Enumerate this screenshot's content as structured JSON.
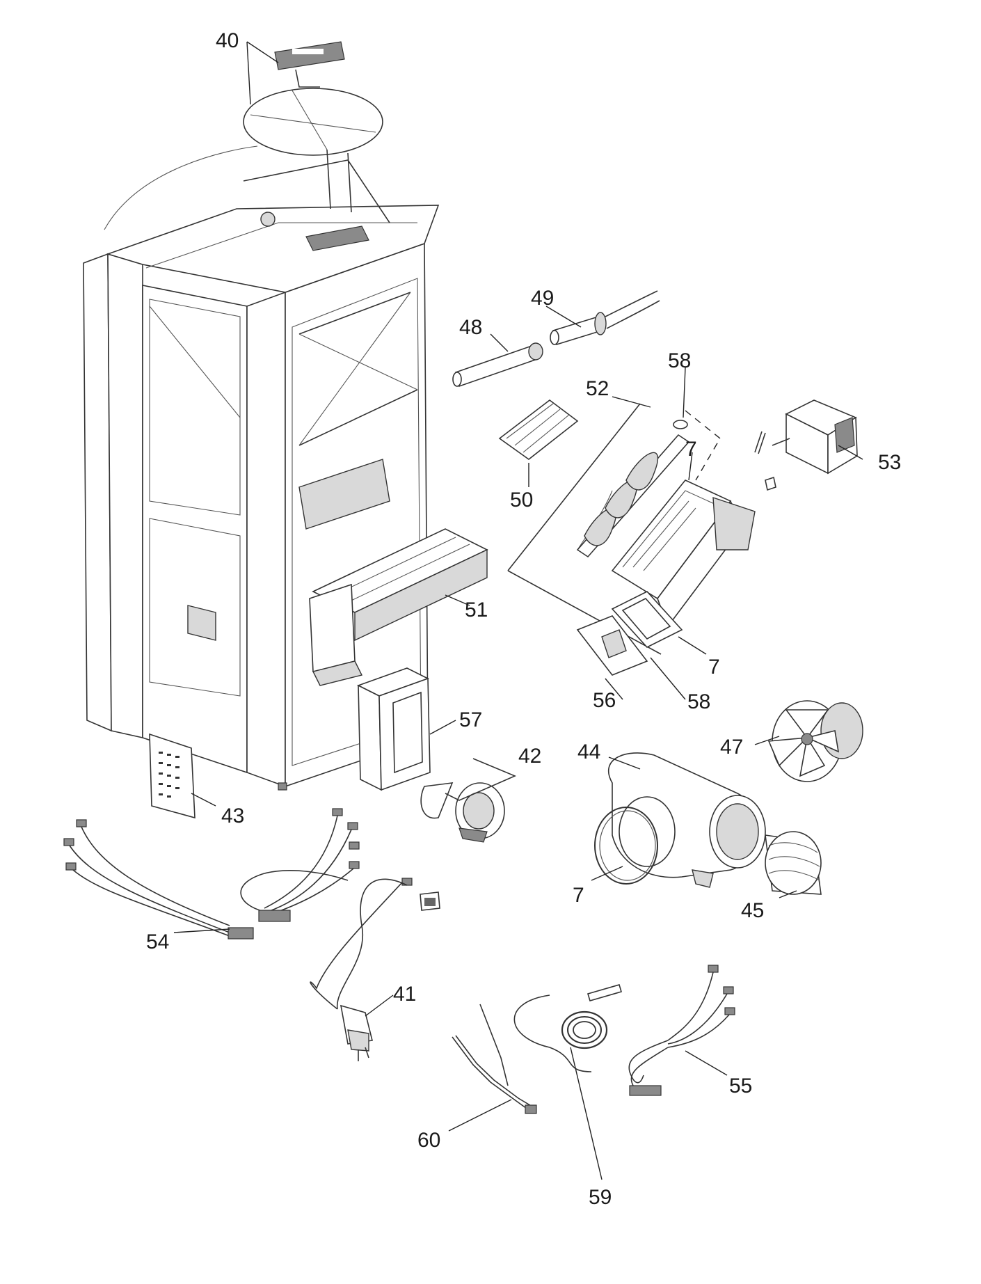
{
  "labels": {
    "p40": "40",
    "p48": "48",
    "p49": "49",
    "p58a": "58",
    "p52": "52",
    "p7a": "7",
    "p53": "53",
    "p50": "50",
    "p51": "51",
    "p7b": "7",
    "p56": "56",
    "p58b": "58",
    "p57": "57",
    "p42": "42",
    "p44": "44",
    "p47": "47",
    "p43": "43",
    "p7c": "7",
    "p45": "45",
    "p54": "54",
    "p41": "41",
    "p55": "55",
    "p60": "60",
    "p59": "59"
  }
}
